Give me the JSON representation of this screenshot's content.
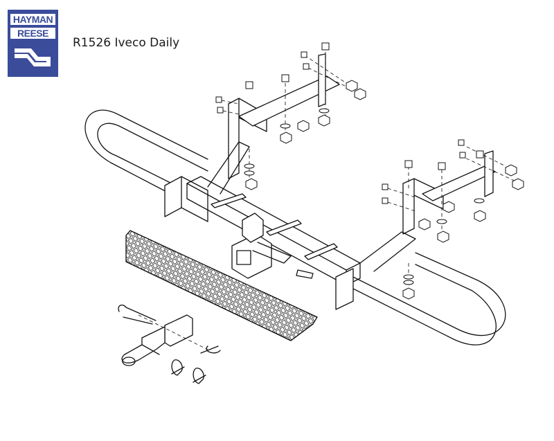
{
  "logo": {
    "line1": "HAYMAN",
    "line2": "REESE",
    "color": "#3a4c9a"
  },
  "title": "R1526 Iveco Daily"
}
